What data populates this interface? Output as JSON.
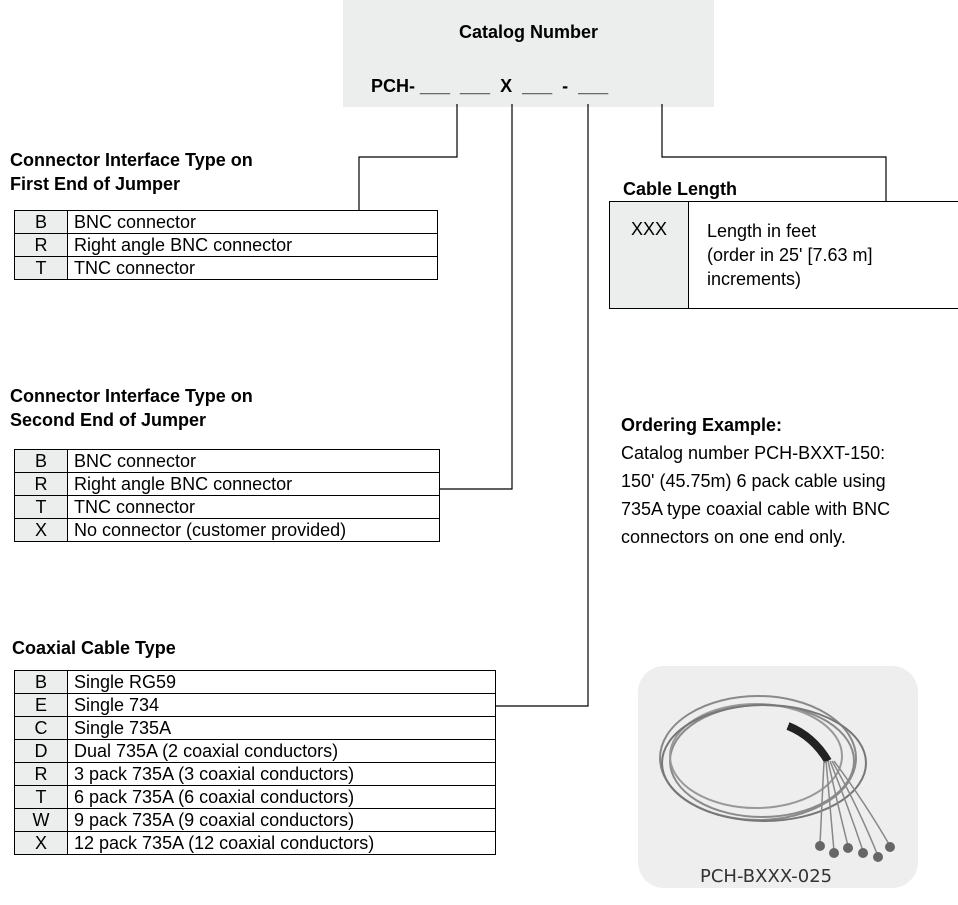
{
  "catalog": {
    "title": "Catalog Number",
    "pattern": "PCH- ___  ___  X  ___  -  ___"
  },
  "first_end": {
    "heading_line1": "Connector Interface Type on",
    "heading_line2": "First End of Jumper",
    "rows": [
      {
        "code": "B",
        "desc": "BNC connector"
      },
      {
        "code": "R",
        "desc": "Right angle BNC connector"
      },
      {
        "code": "T",
        "desc": "TNC connector"
      }
    ]
  },
  "second_end": {
    "heading_line1": "Connector Interface Type on",
    "heading_line2": "Second End of Jumper",
    "rows": [
      {
        "code": "B",
        "desc": "BNC connector"
      },
      {
        "code": "R",
        "desc": "Right angle BNC connector"
      },
      {
        "code": "T",
        "desc": "TNC connector"
      },
      {
        "code": "X",
        "desc": "No connector (customer provided)"
      }
    ]
  },
  "coax": {
    "heading": "Coaxial Cable Type",
    "rows": [
      {
        "code": "B",
        "desc": "Single RG59"
      },
      {
        "code": "E",
        "desc": "Single 734"
      },
      {
        "code": "C",
        "desc": "Single 735A"
      },
      {
        "code": "D",
        "desc": "Dual 735A (2 coaxial conductors)"
      },
      {
        "code": "R",
        "desc": "3 pack 735A (3 coaxial conductors)"
      },
      {
        "code": "T",
        "desc": "6 pack 735A (6 coaxial conductors)"
      },
      {
        "code": "W",
        "desc": "9 pack 735A (9 coaxial conductors)"
      },
      {
        "code": "X",
        "desc": "12 pack 735A (12 coaxial conductors)"
      }
    ]
  },
  "cable_length": {
    "heading": "Cable Length",
    "code": "XXX",
    "desc_line1": "Length in feet",
    "desc_line2": "(order in 25' [7.63 m]",
    "desc_line3": "increments)"
  },
  "ordering": {
    "heading": "Ordering Example:",
    "line1": "Catalog number PCH-BXXT-150:",
    "line2": "150' (45.75m) 6 pack cable using",
    "line3": "735A type coaxial cable with BNC",
    "line4": "connectors on one end only."
  },
  "photo": {
    "caption": "PCH-BXXX-025"
  }
}
